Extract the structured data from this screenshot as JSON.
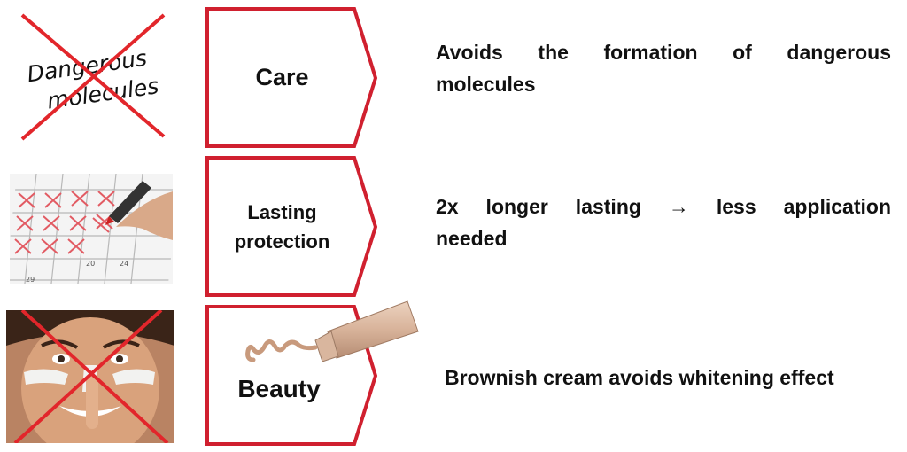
{
  "rows": [
    {
      "label": "Care",
      "description_line1": "Avoids the formation of dangerous",
      "description_line2": "molecules",
      "crossed_image": {
        "text_line1": "Dangerous",
        "text_line2": "molecules"
      }
    },
    {
      "label_line1": "Lasting",
      "label_line2": "protection",
      "description_line1": "2x longer lasting → less application",
      "description_line2": "needed",
      "calendar_image": {
        "visible_numbers": [
          "20",
          "24",
          "29"
        ]
      }
    },
    {
      "label": "Beauty",
      "description": "Brownish cream avoids whitening effect",
      "photo": "face-with-white-sunscreen-crossed-out"
    }
  ],
  "colors": {
    "arrow_border": "#d0202f",
    "cross": "#e2262b",
    "text": "#111111"
  },
  "icons": [
    "red-x-cross-icon",
    "calendar-icon",
    "cream-tube-icon"
  ]
}
